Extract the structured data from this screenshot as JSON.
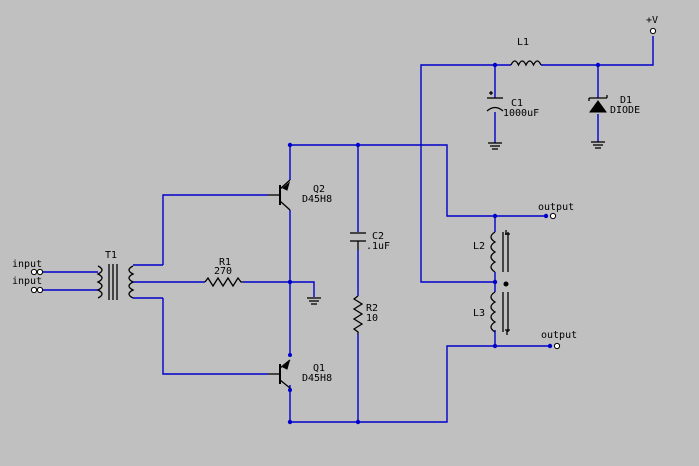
{
  "components": {
    "supply": {
      "label": "+V"
    },
    "L1": {
      "ref": "L1"
    },
    "C1": {
      "ref": "C1",
      "value": "1000uF"
    },
    "D1": {
      "ref": "D1",
      "value": "DIODE"
    },
    "Q2": {
      "ref": "Q2",
      "value": "D45H8"
    },
    "Q1": {
      "ref": "Q1",
      "value": "D45H8"
    },
    "C2": {
      "ref": "C2",
      "value": ".1uF"
    },
    "R1": {
      "ref": "R1",
      "value": "270"
    },
    "R2": {
      "ref": "R2",
      "value": "10"
    },
    "T1": {
      "ref": "T1"
    },
    "L2": {
      "ref": "L2"
    },
    "L3": {
      "ref": "L3"
    }
  },
  "ports": {
    "input_top": "input",
    "input_bottom": "input",
    "output_top": "output",
    "output_bottom": "output"
  },
  "colors": {
    "background": "#c0c0c0",
    "wire": "#0000cc",
    "component": "#000000"
  }
}
